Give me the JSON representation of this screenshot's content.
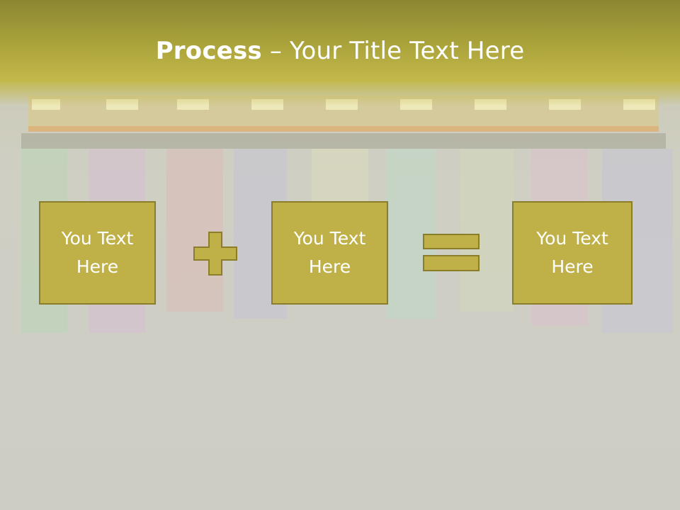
{
  "title": {
    "bold": "Process",
    "rest": " – Your Title Text Here"
  },
  "boxes": [
    {
      "label": "You Text Here"
    },
    {
      "label": "You Text Here"
    },
    {
      "label": "You Text Here"
    }
  ],
  "operators": [
    "plus-icon",
    "equals-icon"
  ],
  "colors": {
    "box_fill": "#bfb048",
    "box_border": "#8a7e2b",
    "title_band": "#a9a23a",
    "text": "#ffffff"
  }
}
